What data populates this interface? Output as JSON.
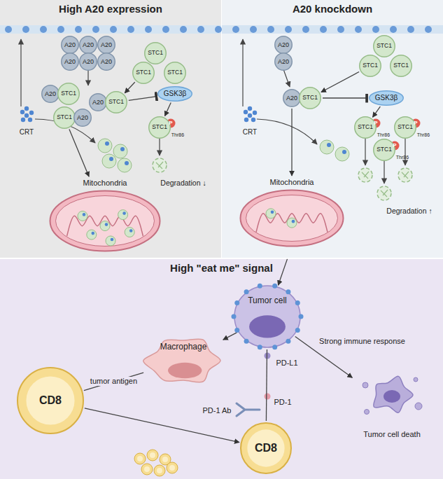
{
  "diagram": {
    "nodes": [
      {
        "text": [
          "High A20 expression"
        ]
      },
      {
        "text": [
          "A20 knockdown"
        ]
      },
      {
        "text": [
          "High \"eat me\" signal"
        ]
      },
      {
        "text": [
          "A20"
        ],
        "in": 0
      },
      {
        "text": [
          "A20"
        ],
        "in": 0
      },
      {
        "text": [
          "A20"
        ],
        "in": 0
      },
      {
        "text": [
          "A20"
        ],
        "in": 0
      },
      {
        "text": [
          "A20"
        ],
        "in": 0
      },
      {
        "text": [
          "A20"
        ],
        "in": 0
      },
      {
        "text": [
          "STC1"
        ],
        "in": 0
      },
      {
        "text": [
          "STC1"
        ],
        "in": 0
      },
      {
        "text": [
          "STC1"
        ],
        "in": 0
      },
      {
        "text": [
          "A20"
        ],
        "in": 0
      },
      {
        "text": [
          "STC1"
        ],
        "in": 0
      },
      {
        "text": [
          "A20"
        ],
        "in": 0
      },
      {
        "text": [
          "STC1"
        ],
        "in": 0
      },
      {
        "text": [
          "STC1"
        ],
        "in": 0
      },
      {
        "text": [
          "A20"
        ],
        "in": 0
      },
      {
        "text": [
          "GSK3β"
        ],
        "in": 0
      },
      {
        "text": [
          "STC1"
        ],
        "in": 0
      },
      {
        "text": [
          "Mitochondria"
        ],
        "in": 0
      },
      {
        "text": [
          "A20"
        ],
        "in": 1
      },
      {
        "text": [
          "A20"
        ],
        "in": 1
      },
      {
        "text": [
          "STC1"
        ],
        "in": 1
      },
      {
        "text": [
          "STC1"
        ],
        "in": 1
      },
      {
        "text": [
          "STC1"
        ],
        "in": 1
      },
      {
        "text": [
          "A20"
        ],
        "in": 1
      },
      {
        "text": [
          "STC1"
        ],
        "in": 1
      },
      {
        "text": [
          "GSK3β"
        ],
        "in": 1
      },
      {
        "text": [
          "STC1"
        ],
        "in": 1
      },
      {
        "text": [
          "STC1"
        ],
        "in": 1
      },
      {
        "text": [
          "STC1"
        ],
        "in": 1
      },
      {
        "text": [
          "Mitochondria"
        ],
        "in": 1
      },
      {
        "text": [
          "Macrophage"
        ],
        "in": 2
      },
      {
        "text": [
          "Tumor cell"
        ],
        "in": 2
      },
      {
        "text": [
          "CD8"
        ],
        "in": 2
      },
      {
        "text": [
          "CD8"
        ],
        "in": 2
      },
      {
        "text": [
          "Tumor cell death"
        ],
        "in": 2
      }
    ],
    "edges": [
      {
        "from": 10,
        "to": 15,
        "arrow": "to"
      },
      {
        "from": 15,
        "to": 18,
        "arrow": "to"
      },
      {
        "from": 18,
        "to": 19,
        "arrow": "to"
      },
      {
        "from": 16,
        "to": 20,
        "arrow": "to"
      },
      {
        "from": 24,
        "to": 27,
        "arrow": "to"
      },
      {
        "from": 27,
        "to": 28,
        "arrow": "to"
      },
      {
        "from": 28,
        "to": 29,
        "arrow": "to"
      },
      {
        "from": 26,
        "to": 32,
        "arrow": "to"
      },
      {
        "from": 1,
        "to": 34,
        "arrow": "to"
      },
      {
        "from": 34,
        "to": 33,
        "arrow": "to"
      },
      {
        "from": 33,
        "to": 35,
        "label": "tumor antigen",
        "arrow": "none"
      },
      {
        "from": 35,
        "to": 36,
        "arrow": "to"
      },
      {
        "from": 34,
        "to": 36,
        "arrow": "none"
      },
      {
        "from": 34,
        "to": 37,
        "label": "Strong immune response",
        "arrow": "to"
      }
    ],
    "labels": [
      "P",
      "Thr86",
      "CRT",
      "Degradation ↓",
      "P",
      "Thr86",
      "P",
      "Thr86",
      "P",
      "Thr86",
      "CRT",
      "Degradation ↑",
      "PD-1 Ab",
      "PD-L1",
      "PD-1"
    ]
  }
}
